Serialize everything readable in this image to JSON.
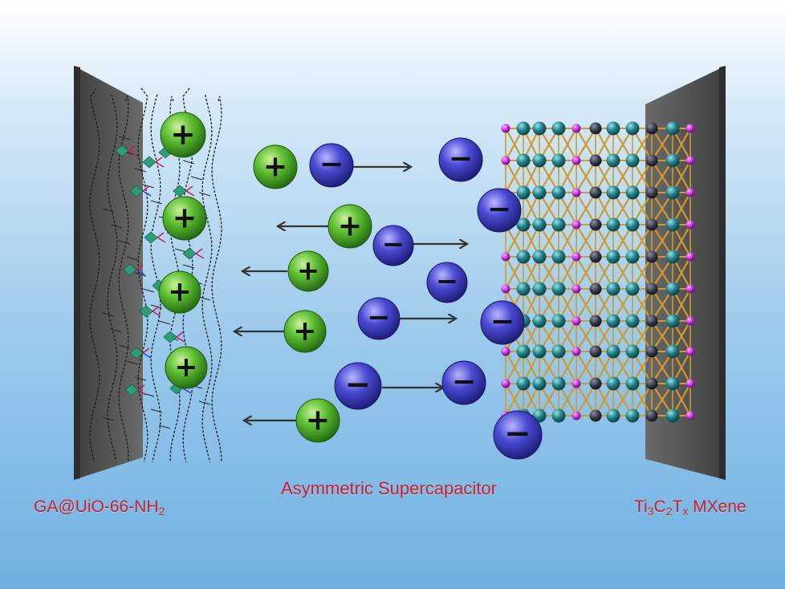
{
  "labels": {
    "left_electrode_main": "GA@UiO-66-NH",
    "left_electrode_sub": "2",
    "center_title": "Asymmetric Supercapacitor",
    "right_t1": "Ti",
    "right_s1": "3",
    "right_t2": "C",
    "right_s2": "2",
    "right_t3": "T",
    "right_s3": "x",
    "right_t4": " MXene"
  },
  "ions": {
    "cation_symbol": "+",
    "anion_symbol": "−"
  },
  "colors": {
    "label_red": "#c8202a",
    "cation_green": "#4caf2a",
    "anion_blue": "#3f3fc4",
    "electrode_gray": "#5a5a5a",
    "mxene_teal": "#1f7f86",
    "mxene_magenta": "#c22bd8",
    "mxene_dark": "#333848",
    "mxene_bond": "#d39a27"
  }
}
